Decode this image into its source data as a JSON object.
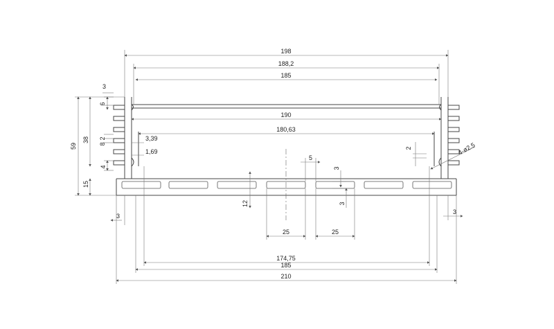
{
  "drawing": {
    "type": "aluminum-enclosure-profile",
    "line_color": "#444444",
    "background": "#ffffff"
  },
  "dimensions": {
    "top_198": "198",
    "top_188_2": "188,2",
    "top_185": "185",
    "mid_190": "190",
    "mid_180_63": "180,63",
    "left_3_top": "3",
    "left_6": "6",
    "left_59": "59",
    "left_38": "38",
    "left_2": "2",
    "left_8": "8",
    "left_4": "4",
    "left_15": "15",
    "left_3_39": "3,39",
    "left_1_69": "1,69",
    "left_3_bottom": "3",
    "right_2": "2",
    "right_hole": "4-ø2.5",
    "right_3": "3",
    "center_5": "5",
    "center_3_upper": "3",
    "center_3_lower": "3",
    "center_12": "12",
    "bottom_25_left": "25",
    "bottom_25_right": "25",
    "bottom_174_75": "174,75",
    "bottom_185": "185",
    "bottom_210": "210"
  }
}
